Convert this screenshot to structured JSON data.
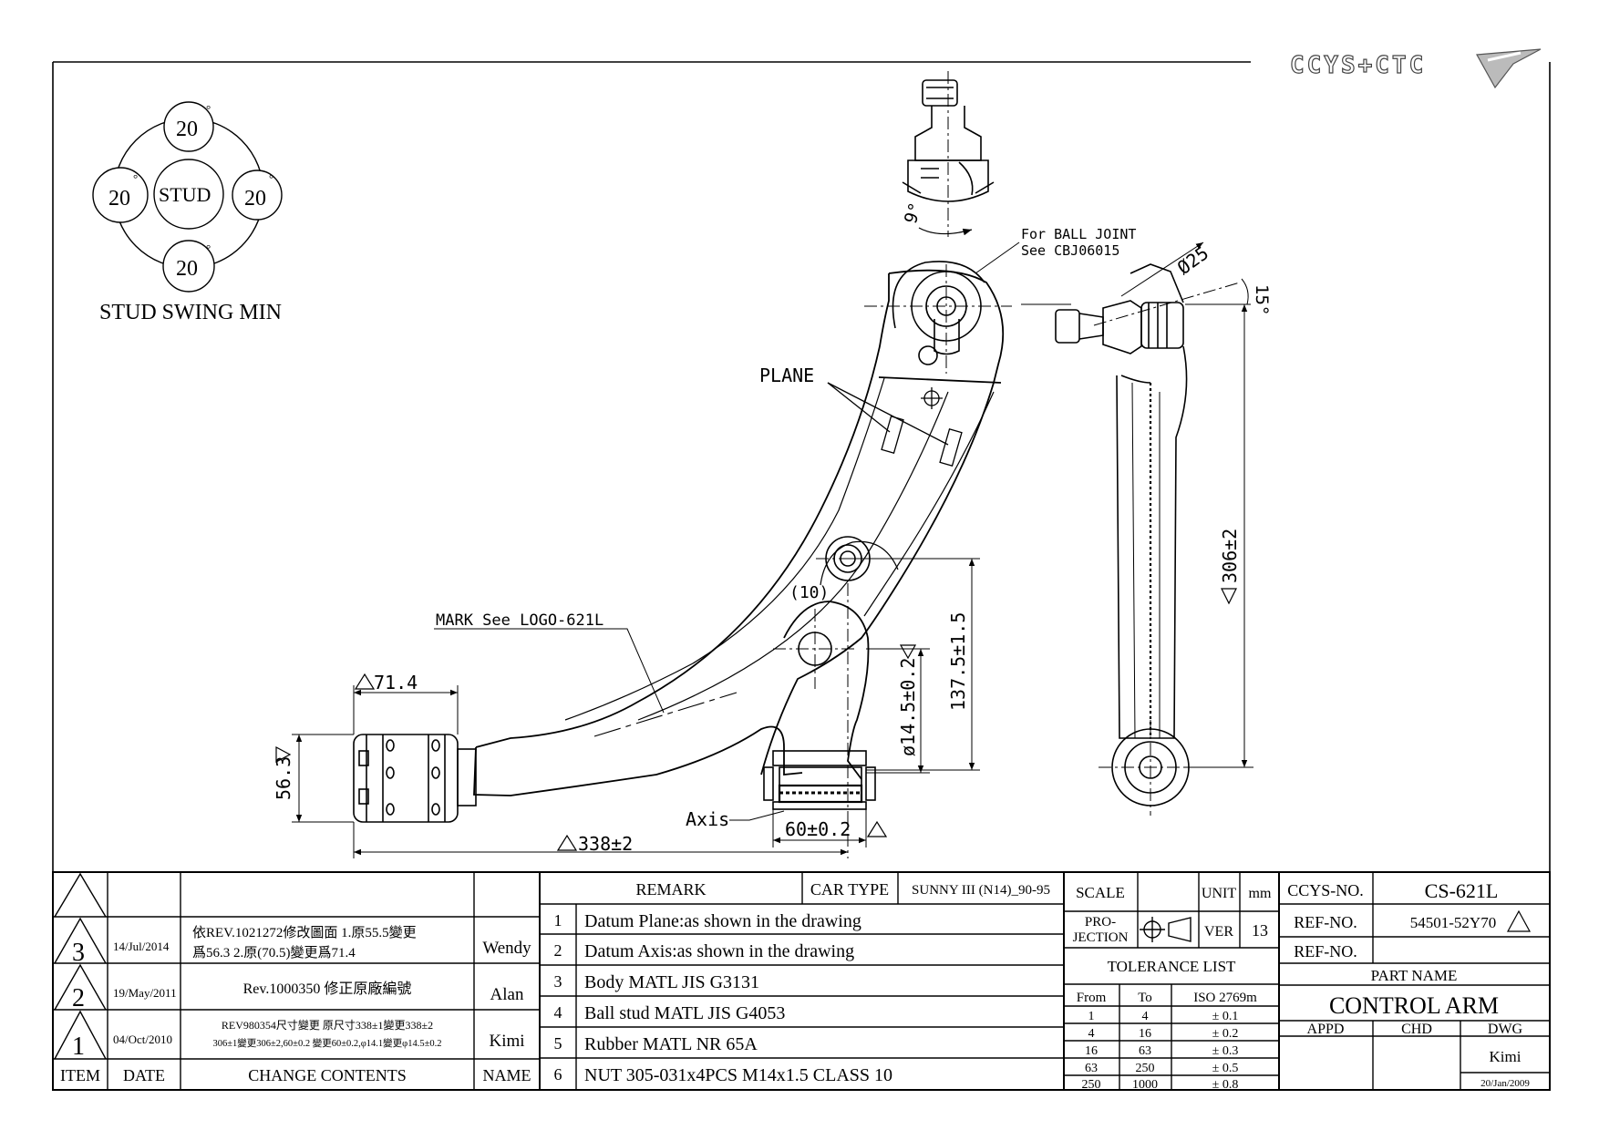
{
  "logo_text": "CCYS+CTC",
  "stud_swing": {
    "top": "20",
    "left": "20",
    "right": "20",
    "bottom": "20",
    "deg": "°",
    "center": "STUD",
    "caption": "STUD SWING MIN"
  },
  "callouts": {
    "ball_joint_1": "For BALL JOINT",
    "ball_joint_2": "See CBJ06015",
    "plane": "PLANE",
    "mark": "MARK See LOGO-621L",
    "axis": "Axis",
    "angle_9": "9°",
    "dia_25": "Ø25",
    "angle_15": "15°",
    "ref_10": "(10)"
  },
  "dims": {
    "d71": "71.4",
    "d56": "56.3",
    "d338": "338±2",
    "d60": "60±0.2",
    "d145": "ø14.5±0.2",
    "d1375": "137.5±1.5",
    "d306": "306±2"
  },
  "revisions": {
    "headers": {
      "item": "ITEM",
      "date": "DATE",
      "contents": "CHANGE CONTENTS",
      "name": "NAME"
    },
    "rows": [
      {
        "rev": "3",
        "date": "14/Jul/2014",
        "content1": "依REV.1021272修改圖面 1.原55.5變更",
        "content2": "爲56.3 2.原(70.5)變更爲71.4",
        "name": "Wendy"
      },
      {
        "rev": "2",
        "date": "19/May/2011",
        "content1": "Rev.1000350 修正原廠編號",
        "content2": "",
        "name": "Alan"
      },
      {
        "rev": "1",
        "date": "04/Oct/2010",
        "content1": "REV980354尺寸變更 原尺寸338±1變更338±2",
        "content2": "306±1變更306±2,60±0.2 變更60±0.2,φ14.1變更φ14.5±0.2",
        "name": "Kimi"
      }
    ]
  },
  "remarks": {
    "header": "REMARK",
    "car_type_label": "CAR TYPE",
    "car_type_value": "SUNNY III (N14)_90-95",
    "items": [
      {
        "no": "1",
        "text": "Datum Plane:as shown in the drawing"
      },
      {
        "no": "2",
        "text": "Datum Axis:as shown in the drawing"
      },
      {
        "no": "3",
        "text": "Body MATL JIS G3131"
      },
      {
        "no": "4",
        "text": "Ball stud MATL JIS G4053"
      },
      {
        "no": "5",
        "text": "Rubber MATL NR 65A"
      },
      {
        "no": "6",
        "text": "NUT 305-031x4PCS M14x1.5 CLASS 10"
      }
    ]
  },
  "spec": {
    "scale": "SCALE",
    "unit": "UNIT",
    "unit_value": "mm",
    "projection_1": "PRO-",
    "projection_2": "JECTION",
    "ver": "VER",
    "ver_value": "13",
    "tolerance_title": "TOLERANCE LIST",
    "tol_headers": [
      "From",
      "To",
      "ISO 2769m"
    ],
    "tolerances": [
      [
        "1",
        "4",
        "± 0.1"
      ],
      [
        "4",
        "16",
        "± 0.2"
      ],
      [
        "16",
        "63",
        "± 0.3"
      ],
      [
        "63",
        "250",
        "± 0.5"
      ],
      [
        "250",
        "1000",
        "± 0.8"
      ]
    ]
  },
  "part": {
    "ccys_label": "CCYS-NO.",
    "ccys_no": "CS-621L",
    "ref_label": "REF-NO.",
    "ref_no": "54501-52Y70",
    "ref_label2": "REF-NO.",
    "ref_no2": "",
    "part_name_label": "PART NAME",
    "part_name": "CONTROL ARM",
    "appd": "APPD",
    "chd": "CHD",
    "dwg": "DWG",
    "drawn_by": "Kimi",
    "drawn_date": "20/Jan/2009"
  }
}
